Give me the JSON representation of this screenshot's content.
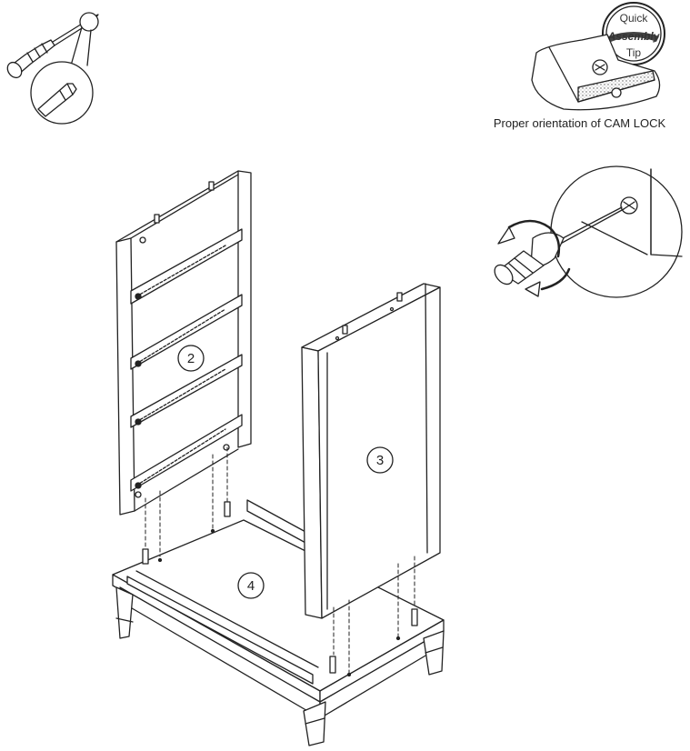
{
  "quick_tip": {
    "line1": "Quick",
    "line2": "Assembly",
    "line3": "Tip",
    "caption": "Proper orientation of CAM LOCK"
  },
  "parts": [
    {
      "label": "2",
      "name": "side-panel-with-drawer-slides"
    },
    {
      "label": "3",
      "name": "side-panel"
    },
    {
      "label": "4",
      "name": "base"
    }
  ],
  "icons": [
    "phillips-screwdriver-icon",
    "cam-lock-icon",
    "rotate-clockwise-icon"
  ],
  "colors": {
    "line": "#222222",
    "fill": "#ffffff",
    "shade": "#cfcfcf"
  }
}
